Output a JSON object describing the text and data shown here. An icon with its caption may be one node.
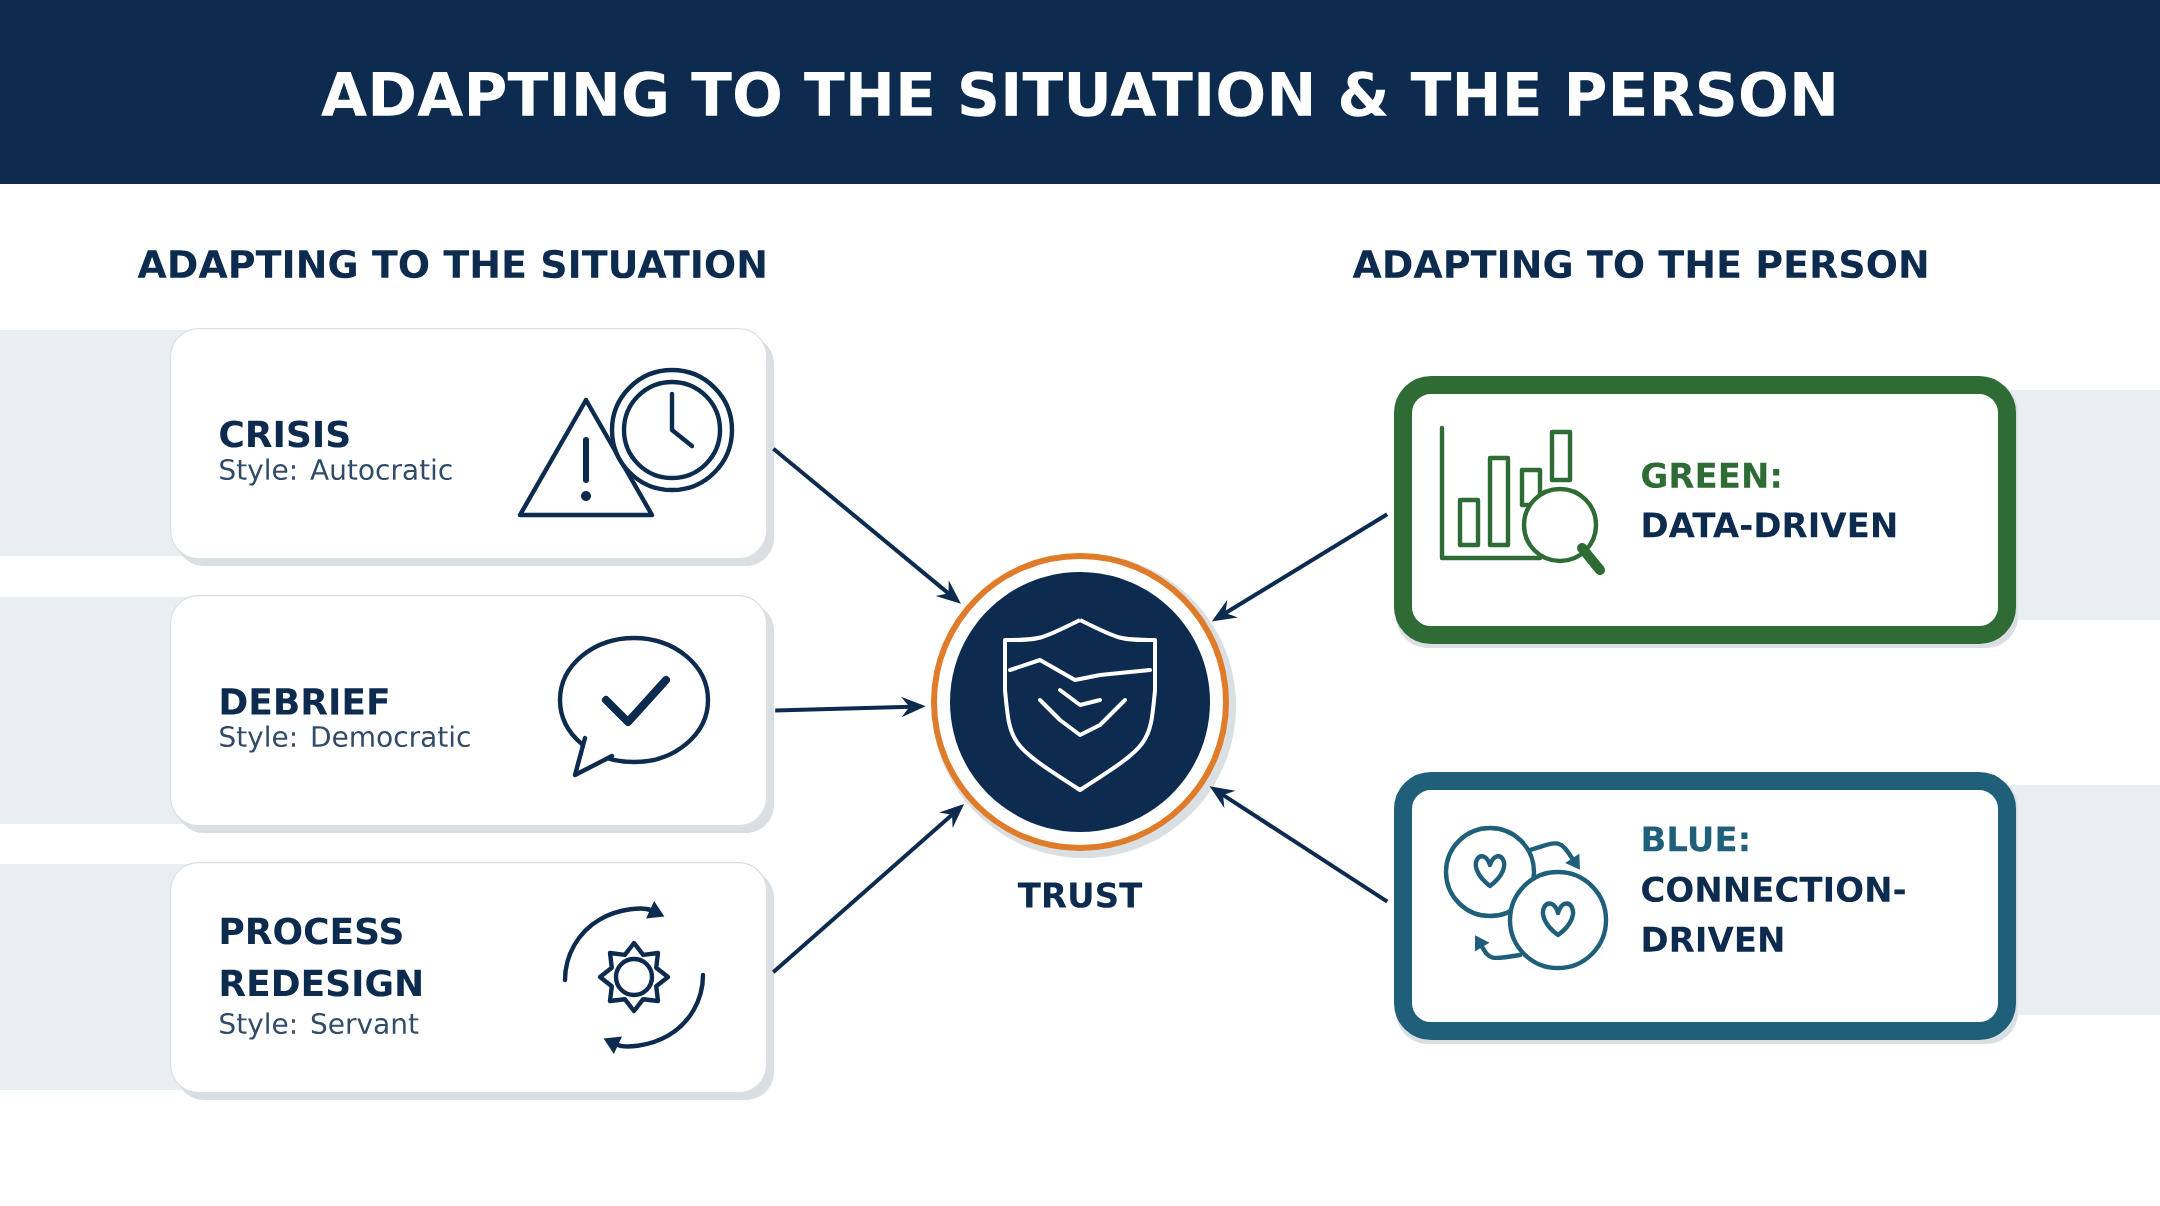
{
  "diagram": {
    "title": "ADAPTING TO THE SITUATION & THE PERSON",
    "nodes": [
      {
        "text": [
          "CRISIS",
          "Style: Autocratic"
        ]
      },
      {
        "text": [
          "DEBRIEF",
          "Style: Democratic"
        ]
      },
      {
        "text": [
          "PROCESS REDESIGN",
          "Style: Servant"
        ]
      },
      {
        "text": [
          "TRUST"
        ]
      },
      {
        "text": [
          "GREEN:",
          "DATA-DRIVEN"
        ]
      },
      {
        "text": [
          "BLUE:",
          "CONNECTION-DRIVEN"
        ]
      }
    ],
    "edges": [
      {
        "from": 0,
        "to": 3,
        "arrow": "to"
      },
      {
        "from": 1,
        "to": 3,
        "arrow": "to"
      },
      {
        "from": 2,
        "to": 3,
        "arrow": "to"
      },
      {
        "from": 4,
        "to": 3,
        "arrow": "to"
      },
      {
        "from": 5,
        "to": 3,
        "arrow": "to"
      }
    ],
    "labels": [
      "ADAPTING TO THE SITUATION",
      "ADAPTING TO THE PERSON"
    ]
  }
}
